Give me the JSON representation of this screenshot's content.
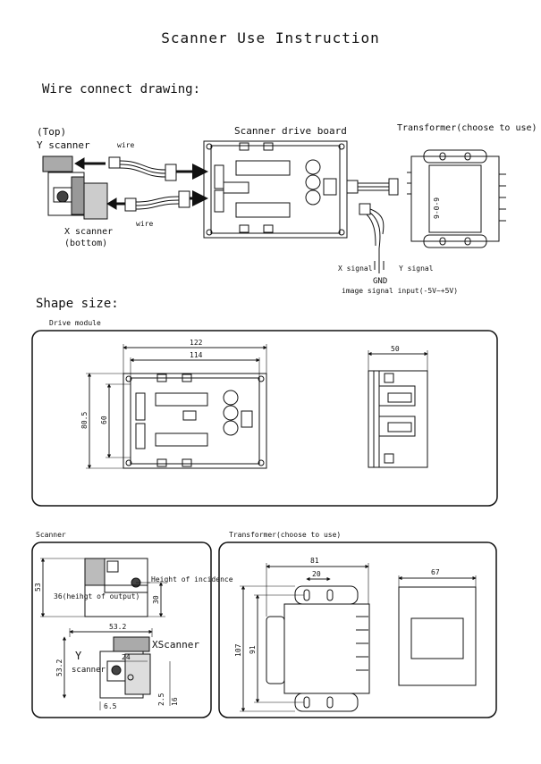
{
  "title": "Scanner Use Instruction",
  "sections": {
    "wire": "Wire connect drawing:",
    "shape": "Shape size:"
  },
  "wiring": {
    "top_label": "(Top)",
    "y_scanner": "Y scanner",
    "x_scanner": "X scanner",
    "bottom_label": "(bottom)",
    "wire_top": "wire",
    "wire_bottom": "wire",
    "drive_board": "Scanner drive board",
    "transformer": "Transformer(choose to use)",
    "transformer_mark": "9-0-9",
    "x_signal": "X signal",
    "y_signal": "Y signal",
    "gnd": "GND",
    "image_input": "image signal input(-5V~+5V)"
  },
  "drive_module": {
    "label": "Drive module",
    "dim_outer_w": "122",
    "dim_inner_w": "114",
    "dim_outer_h": "80.5",
    "dim_inner_h": "60",
    "dim_depth": "50"
  },
  "scanner_panel": {
    "label": "Scanner",
    "dim_53": "53",
    "output_height": "36(heihgt of output)",
    "incidence": "Height of incidence",
    "dim_30": "30",
    "dim_53_2_w": "53.2",
    "dim_53_2_h": "53.2",
    "y_letter": "Y",
    "scanner_word": "scanner",
    "xscanner": "XScanner",
    "dim_24": "24",
    "dim_6_5": "6.5",
    "dim_2_5": "2.5",
    "dim_16": "16"
  },
  "transformer_panel": {
    "label": "Transformer(choose to use)",
    "dim_81": "81",
    "dim_20": "20",
    "dim_107": "107",
    "dim_91": "91",
    "dim_67": "67"
  }
}
